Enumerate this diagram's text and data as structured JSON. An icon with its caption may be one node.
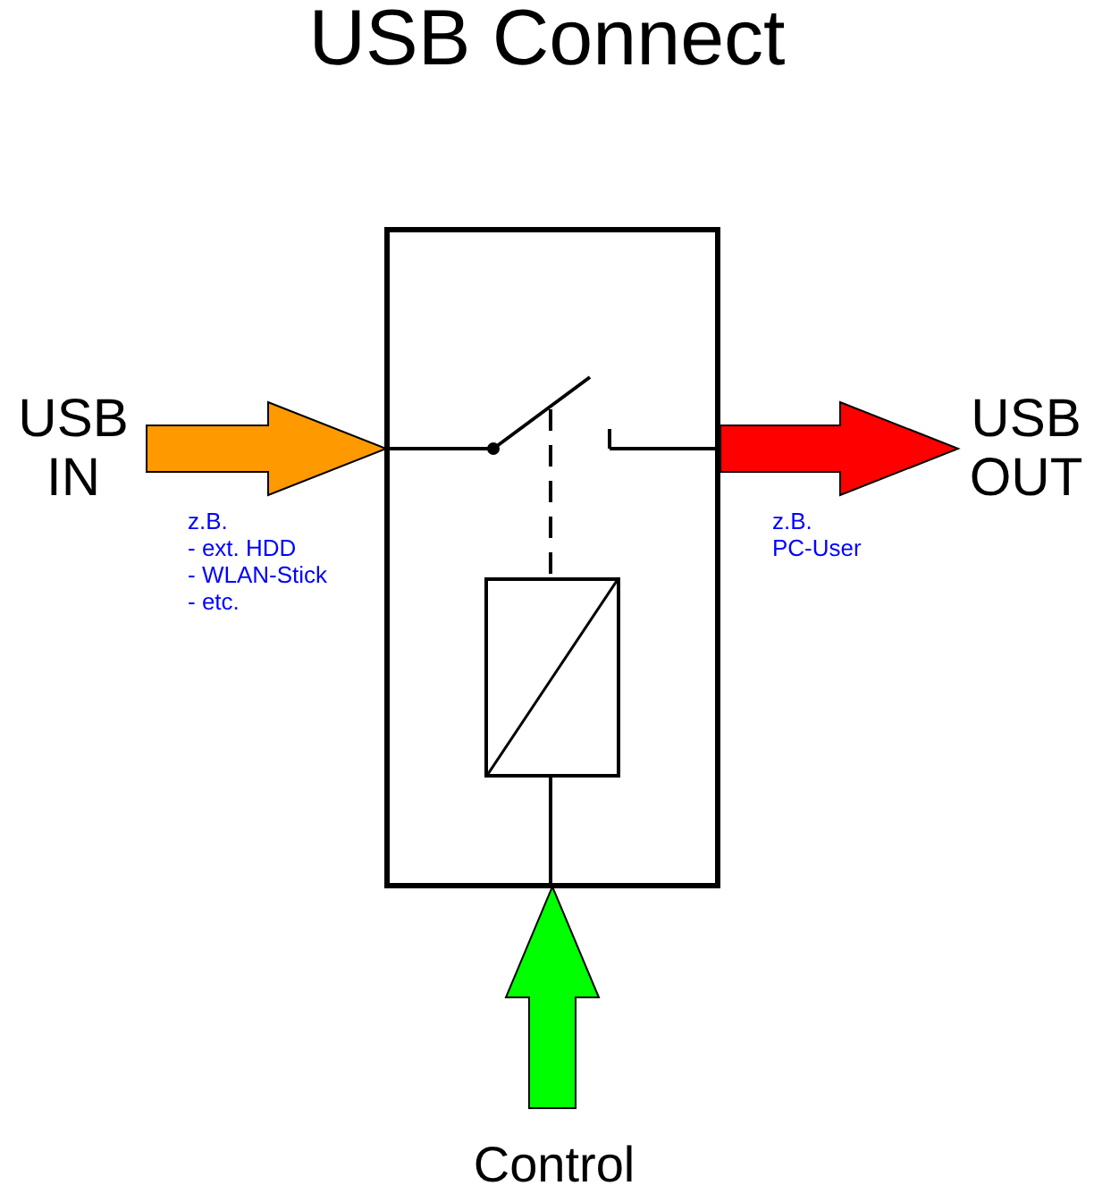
{
  "diagram": {
    "title": "USB Connect",
    "nodes": [
      {
        "text": [
          "USB IN"
        ],
        "beside": [
          "z.B.",
          "- ext. HDD",
          "- WLAN-Stick",
          "- etc."
        ]
      },
      {
        "text": [],
        "shape": "box"
      },
      {
        "text": [
          "USB OUT"
        ],
        "beside": [
          "z.B.",
          "PC-User"
        ]
      },
      {
        "text": [
          "Control"
        ]
      },
      {
        "text": [],
        "shape": "box",
        "in": 1
      }
    ],
    "edges": [
      {
        "from": 0,
        "to": 1,
        "arrow": "to",
        "style": "thick",
        "color": "#ff9900"
      },
      {
        "from": 1,
        "to": 2,
        "arrow": "to",
        "style": "thick",
        "color": "#ff0000"
      },
      {
        "from": 3,
        "to": 1,
        "arrow": "to",
        "style": "thick",
        "color": "#00ff00"
      }
    ]
  }
}
